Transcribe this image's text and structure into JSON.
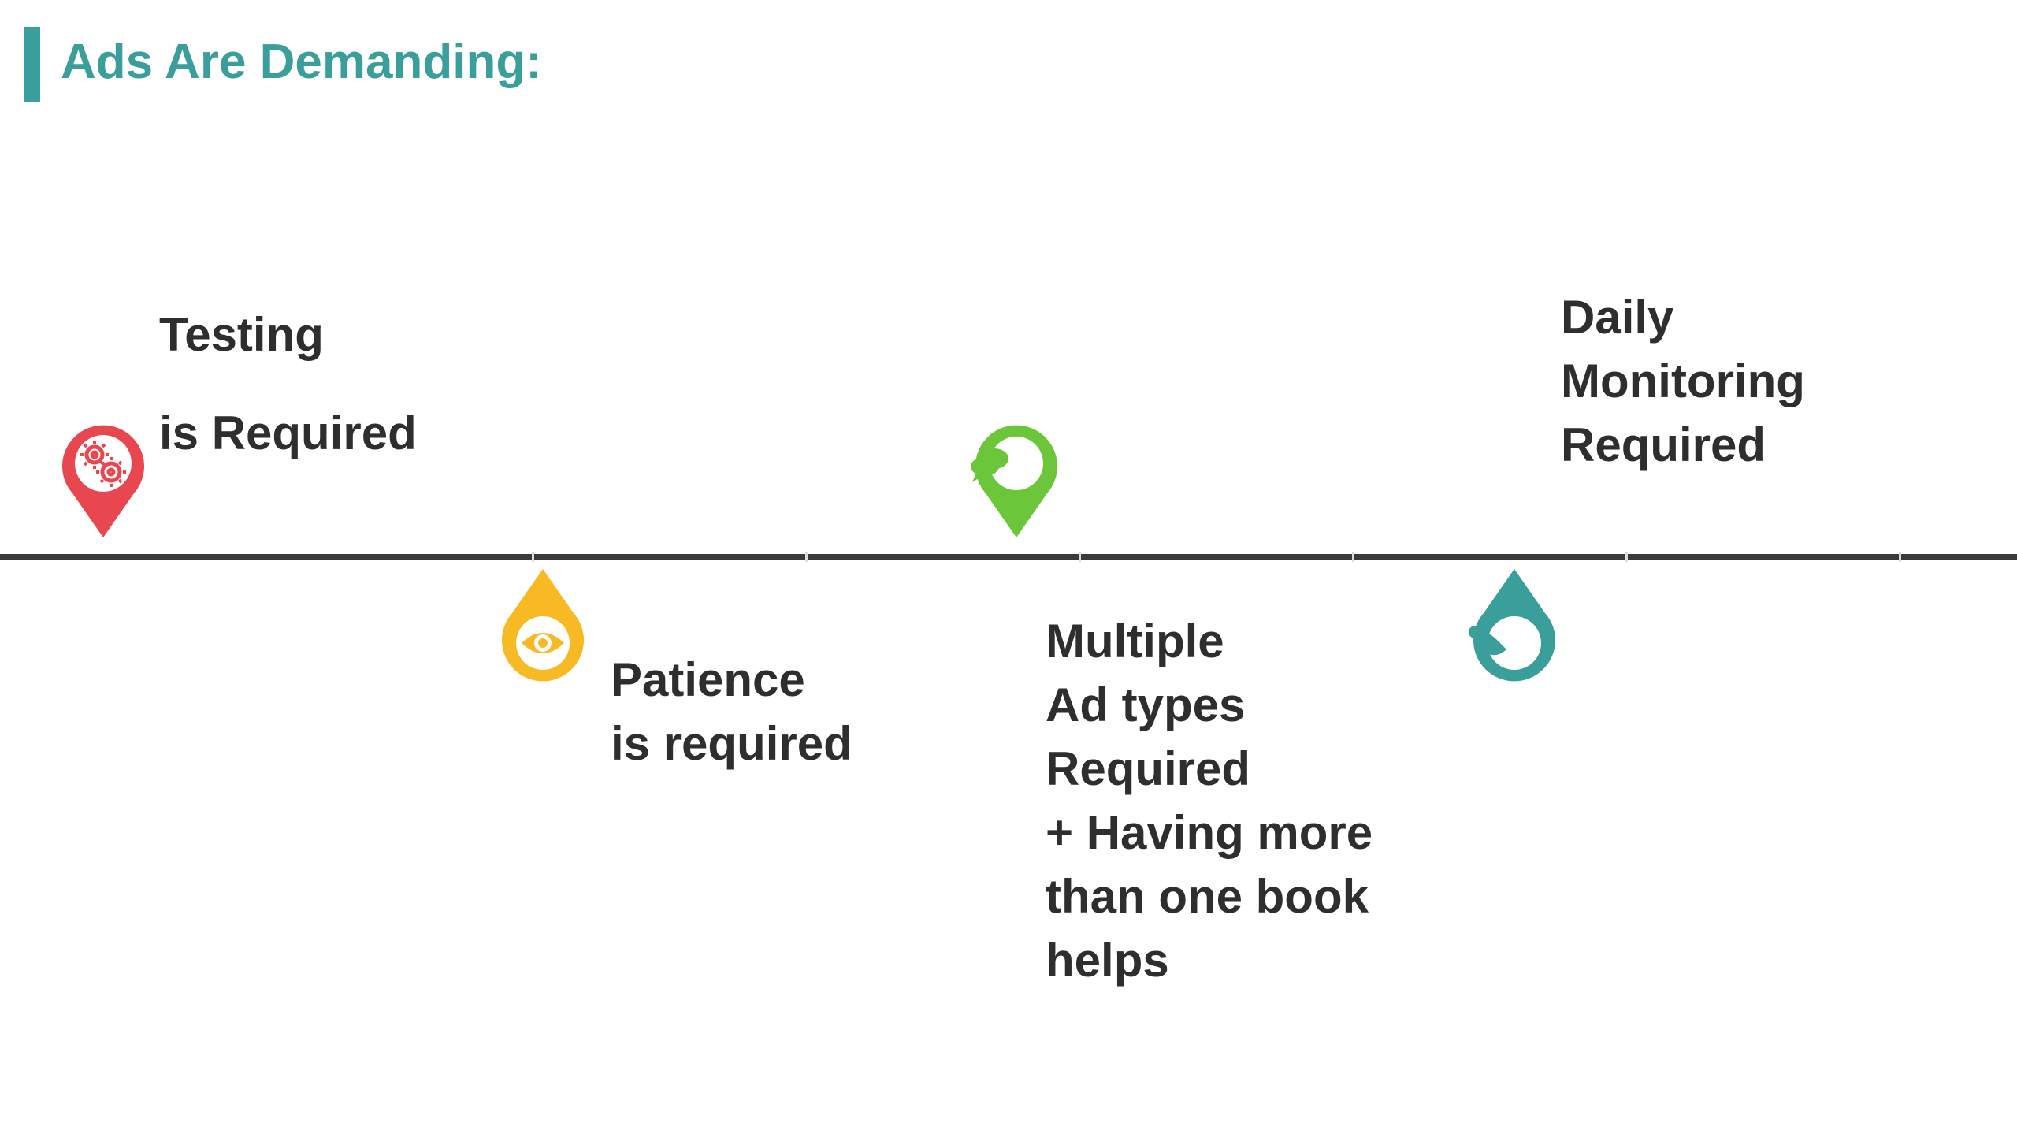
{
  "slide": {
    "title": "Ads Are Demanding:"
  },
  "colors": {
    "accent": "#3a9e9a",
    "timeline": "#3a3a3a",
    "text": "#2e2e2e",
    "pin_red": "#e8474f",
    "pin_yellow": "#f7b924",
    "pin_green": "#6cc63a",
    "pin_teal": "#3a9e9a"
  },
  "milestones": [
    {
      "icon": "gears-icon",
      "color": "red",
      "lines": [
        "Testing",
        "is Required"
      ]
    },
    {
      "icon": "eye-icon",
      "color": "yellow",
      "lines": [
        "Patience",
        "is required"
      ]
    },
    {
      "icon": "chat-icon",
      "color": "green",
      "lines": [
        "Multiple",
        "Ad types",
        "Required",
        "+ Having more",
        "than one book",
        "helps"
      ]
    },
    {
      "icon": "speech-icon",
      "color": "teal",
      "lines": [
        "Daily",
        "Monitoring",
        "Required"
      ]
    }
  ]
}
